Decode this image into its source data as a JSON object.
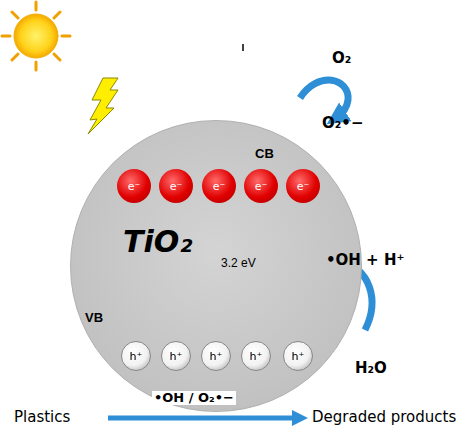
{
  "diagram": {
    "nodes": [
      {
        "text": [
          "TiO₂",
          "3.2 eV",
          "CB",
          "VB"
        ]
      },
      {
        "text": [
          "e⁻"
        ],
        "in": 0
      },
      {
        "text": [
          "e⁻"
        ],
        "in": 0
      },
      {
        "text": [
          "e⁻"
        ],
        "in": 0
      },
      {
        "text": [
          "e⁻"
        ],
        "in": 0
      },
      {
        "text": [
          "e⁻"
        ],
        "in": 0
      },
      {
        "text": [
          "h⁺"
        ],
        "in": 0
      },
      {
        "text": [
          "h⁺"
        ],
        "in": 0
      },
      {
        "text": [
          "h⁺"
        ],
        "in": 0
      },
      {
        "text": [
          "h⁺"
        ],
        "in": 0
      },
      {
        "text": [
          "h⁺"
        ],
        "in": 0
      }
    ],
    "labels": [
      "O₂",
      "O₂•−",
      "•OH + H⁺",
      "H₂O",
      "Plastics",
      "•OH / O₂•−",
      "Degraded products"
    ]
  }
}
